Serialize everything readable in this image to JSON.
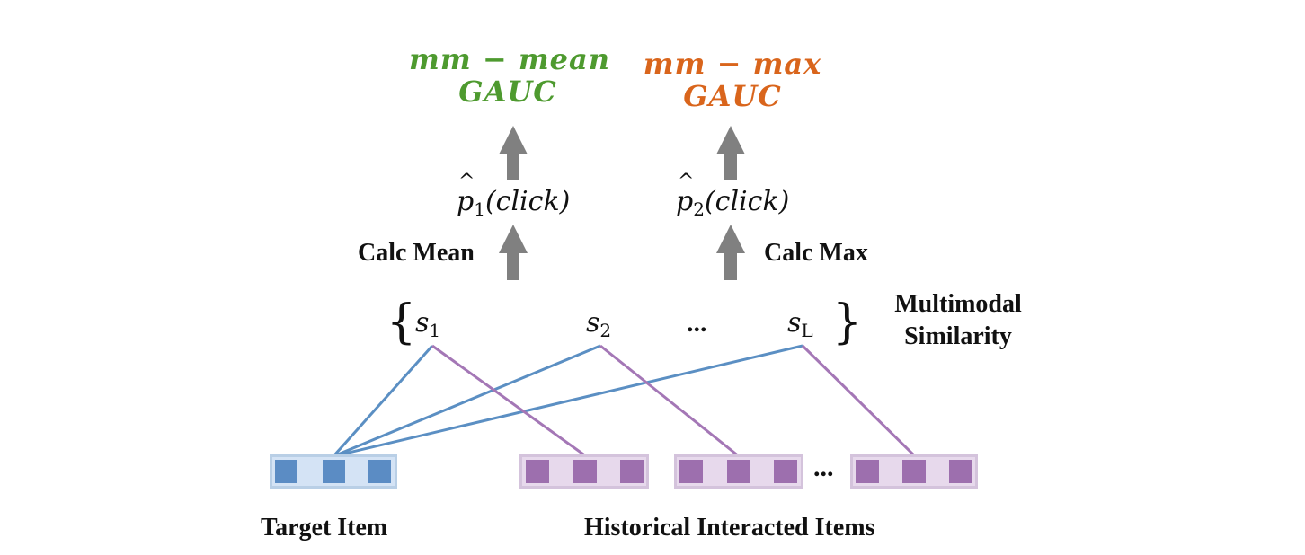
{
  "metrics": {
    "mean": {
      "line1": "mm − mean",
      "line2": "GAUC",
      "color": "#4e9a2f"
    },
    "max": {
      "line1": "mm − max",
      "line2": "GAUC",
      "color": "#d9651c"
    }
  },
  "probabilities": {
    "p1": {
      "symbol": "p",
      "index": "1",
      "arg": "(click)"
    },
    "p2": {
      "symbol": "p",
      "index": "2",
      "arg": "(click)"
    }
  },
  "operations": {
    "mean": "Calc Mean",
    "max": "Calc Max"
  },
  "similarities": {
    "s1": {
      "symbol": "s",
      "index": "1"
    },
    "s2": {
      "symbol": "s",
      "index": "2"
    },
    "ellipsis": "...",
    "sL": {
      "symbol": "s",
      "index": "L"
    }
  },
  "similarity_label": {
    "line1": "Multimodal",
    "line2": "Similarity"
  },
  "items": {
    "target_label": "Target Item",
    "historical_label": "Historical Interacted Items",
    "ellipsis": "..."
  },
  "colors": {
    "target_fill": "#5b8cc4",
    "target_bg": "#d4e3f5",
    "target_frame": "#b9cfe6",
    "history_fill": "#9d6fae",
    "history_bg": "#e7d9ec",
    "history_frame": "#d4c3dc",
    "blue_line": "#5b8fc3",
    "purple_line": "#a477b6",
    "arrow": "#808080"
  }
}
